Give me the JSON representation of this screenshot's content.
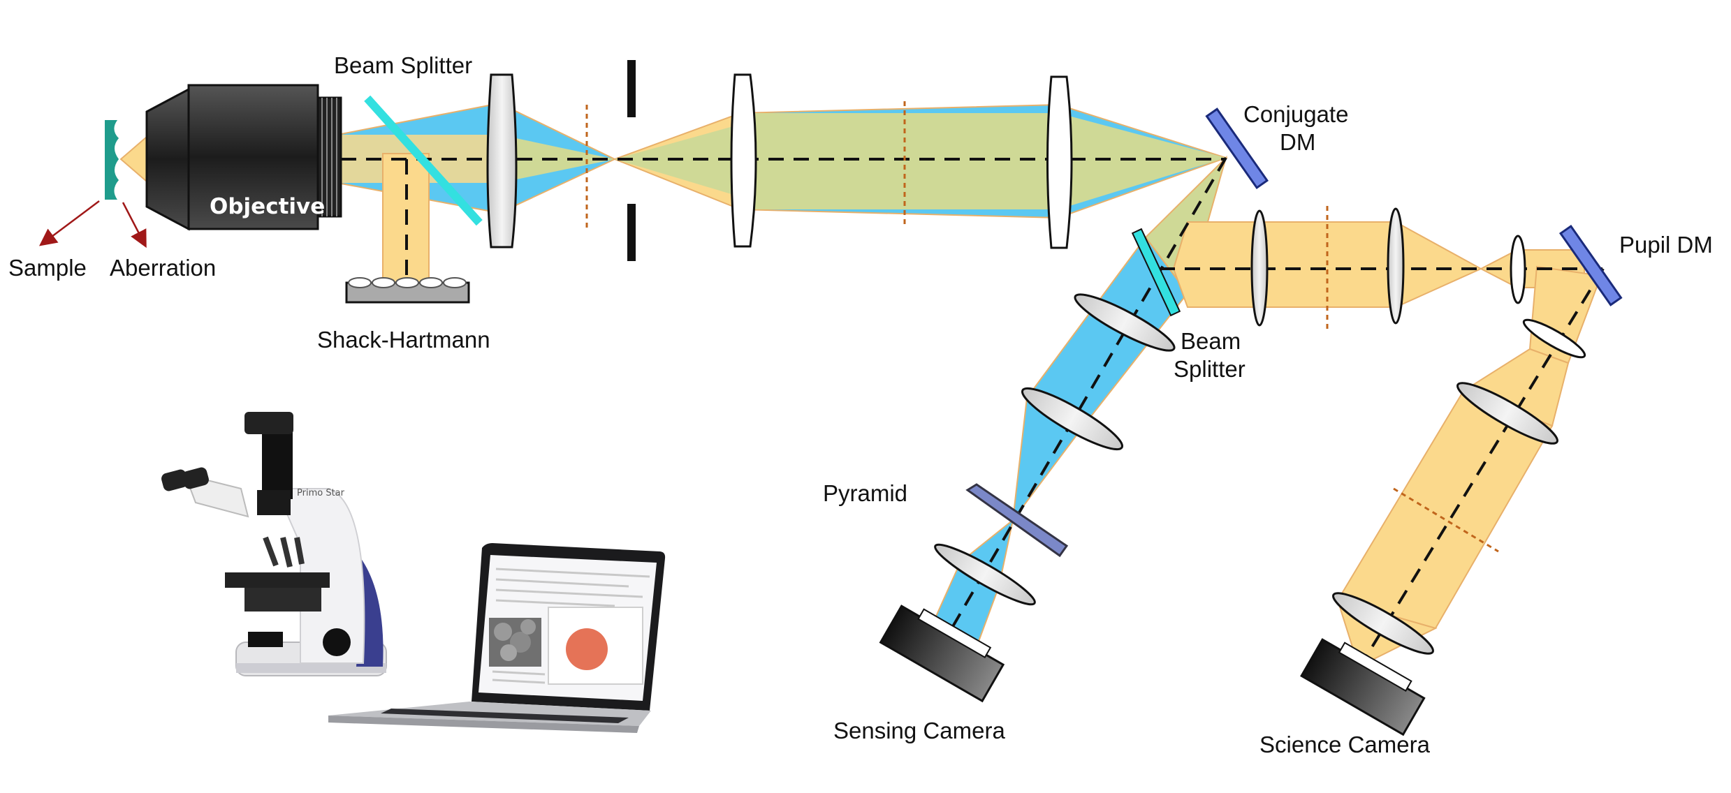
{
  "labels": {
    "beam_splitter_top": "Beam Splitter",
    "objective": "Objective",
    "sample": "Sample",
    "aberration": "Aberration",
    "shack_hartmann": "Shack-Hartmann",
    "conjugate_dm_line1": "Conjugate",
    "conjugate_dm_line2": "DM",
    "pupil_dm": "Pupil DM",
    "beam_splitter_mid_line1": "Beam",
    "beam_splitter_mid_line2": "Splitter",
    "pyramid": "Pyramid",
    "sensing_camera": "Sensing Camera",
    "science_camera": "Science Camera"
  },
  "colors": {
    "blue_beam": "#5bc8f2",
    "yellow_beam": "#fbd98c",
    "overlap_beam": "#cfd996",
    "dm_blue": "#6f86e6",
    "splitter_cyan": "#33e0e0",
    "sample_teal": "#1f9c8c",
    "focal_plane_orange": "#c0651c",
    "arrow_red": "#a01818"
  },
  "icons": {
    "microscope": "microscope-icon",
    "laptop": "laptop-icon"
  }
}
